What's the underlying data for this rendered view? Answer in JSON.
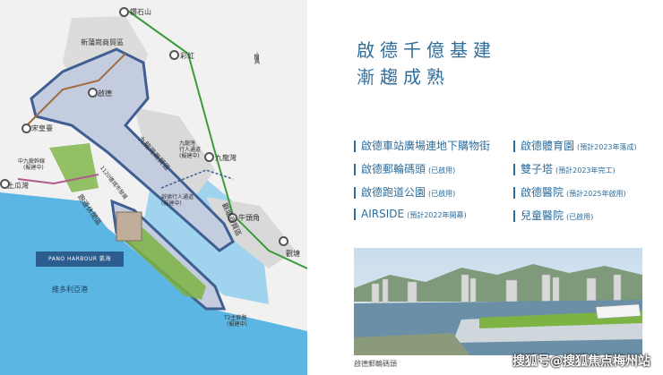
{
  "headline": {
    "line1": "啟德千億基建",
    "line2": "漸趨成熟"
  },
  "features_left": [
    {
      "label": "啟德車站廣場連地下購物街",
      "note": ""
    },
    {
      "label": "啟德郵輪碼頭",
      "note": "(已啟用)"
    },
    {
      "label": "啟德跑道公園",
      "note": "(已啟用)"
    },
    {
      "label": "AIRSIDE",
      "note": "(預計2022年開幕)"
    }
  ],
  "features_right": [
    {
      "label": "啟德體育園",
      "note": "(預計2023年落成)"
    },
    {
      "label": "雙子塔",
      "note": "(預計2023年完工)"
    },
    {
      "label": "啟德醫院",
      "note": "(預計2025年啟用)"
    },
    {
      "label": "兒童醫院",
      "note": "(已啟用)"
    }
  ],
  "photo_caption": "啟德郵輪碼頭",
  "watermark": "搜狐号@搜狐焦点梅州站",
  "map": {
    "stations": [
      "鑽石山",
      "彩虹",
      "啟德",
      "宋皇臺",
      "九龍灣",
      "土瓜灣",
      "牛頭角",
      "觀塘"
    ],
    "districts": [
      "新蒲崗商貿區",
      "九龍灣商貿區",
      "觀塘商貿區",
      "跑道休閒區",
      "中九龍幹線",
      "1120億城市發展",
      "T2主幹路"
    ],
    "notes": [
      "(擬建中)",
      "(擬建中)"
    ],
    "walkway": [
      "九龍灣",
      "行人通道",
      "(擬建中)"
    ],
    "elevated_walkway": [
      "啟德行人通道",
      "(擬建中)"
    ],
    "harbour_name": "維多利亞港",
    "project_label": "PANO HARBOUR 凱海",
    "north_label": "N"
  },
  "colors": {
    "accent": "#2f6e9b",
    "sea": "#5cb6e4",
    "land": "#e6e6e6",
    "park": "#7cb342",
    "road_blue": "#4a6fa5"
  }
}
